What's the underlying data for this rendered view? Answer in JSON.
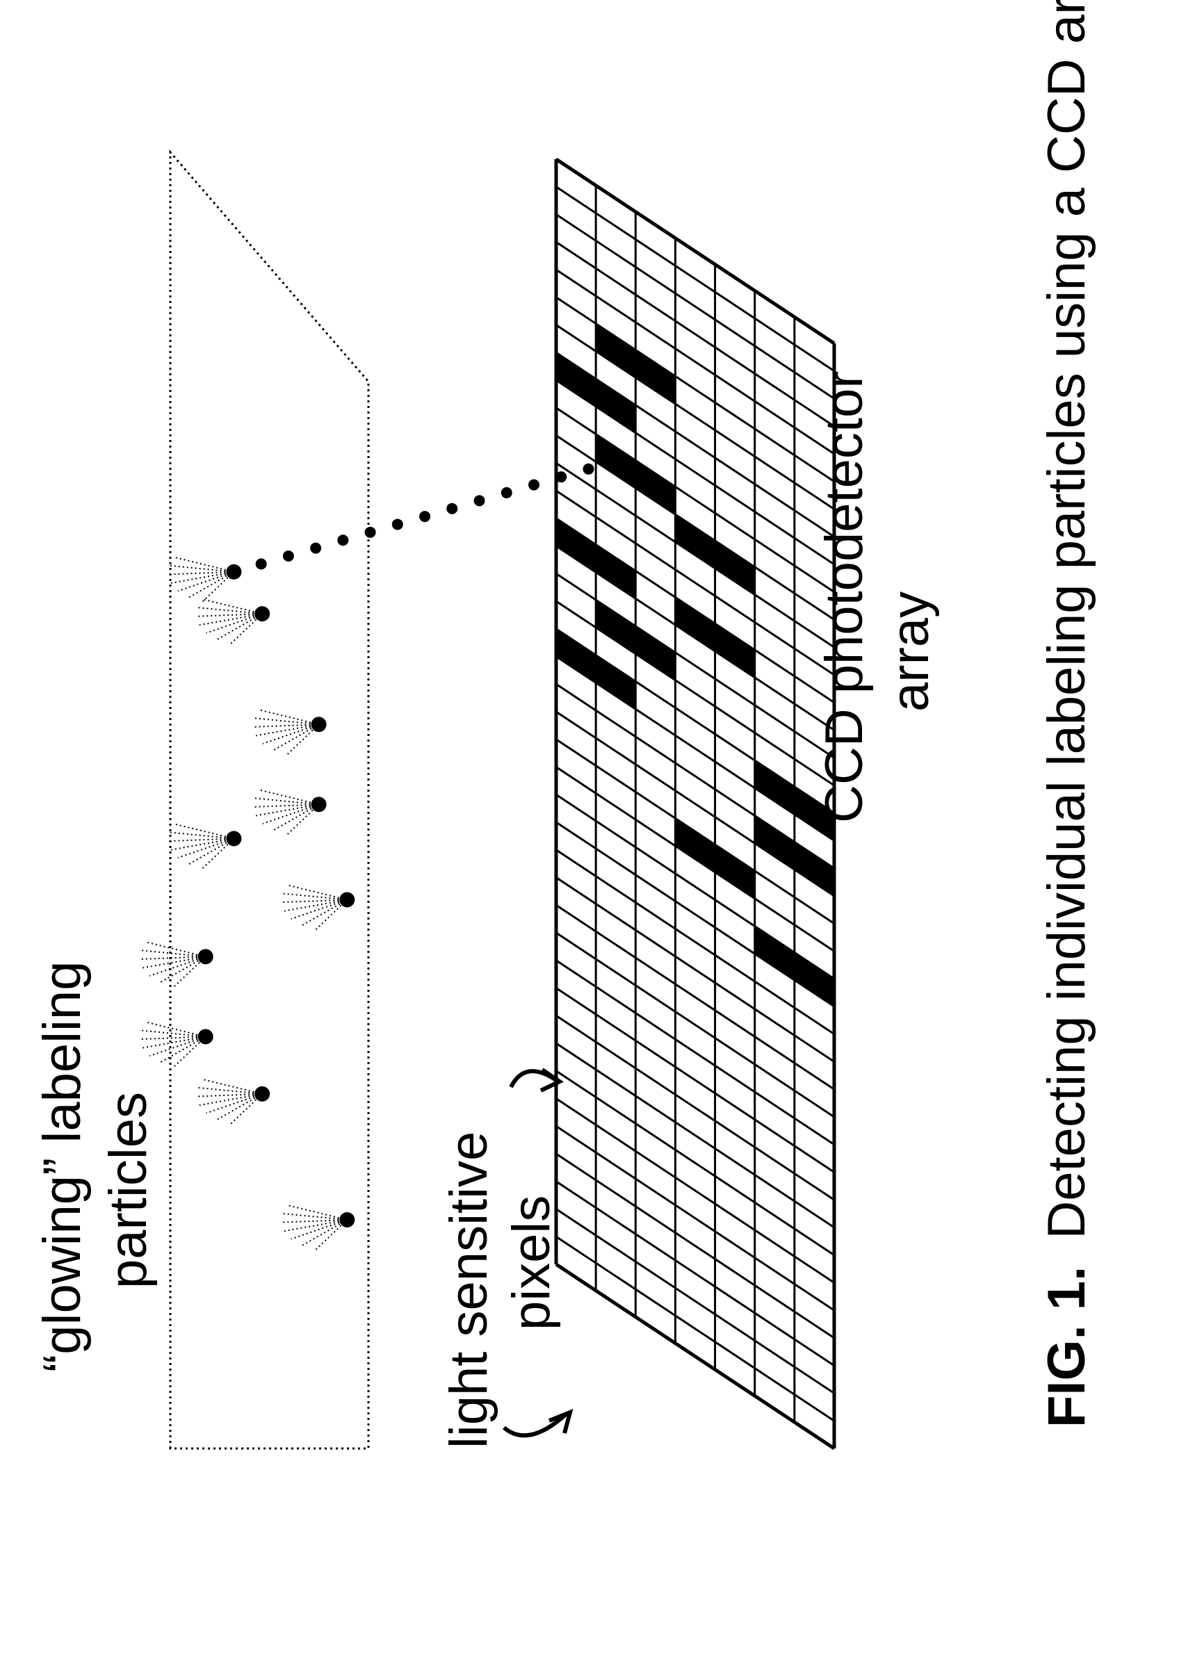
{
  "figure": {
    "labels": {
      "particles_line1": "“glowing” labeling",
      "particles_line2": "particles",
      "pixels_line1": "light sensitive",
      "pixels_line2": "pixels",
      "ccd_line1": "CCD photodetector",
      "ccd_line2": "array"
    },
    "caption": {
      "number": "FIG. 1.",
      "text": "Detecting individual labeling particles using a CCD array."
    },
    "grid": {
      "rows": 7,
      "cols": 40
    },
    "lit_pixels": [
      [
        0,
        16
      ],
      [
        1,
        16
      ],
      [
        2,
        18
      ],
      [
        3,
        18
      ],
      [
        0,
        20
      ],
      [
        1,
        20
      ],
      [
        0,
        22
      ],
      [
        1,
        22
      ],
      [
        2,
        26
      ],
      [
        3,
        26
      ],
      [
        4,
        30
      ],
      [
        5,
        30
      ],
      [
        5,
        26
      ],
      [
        6,
        26
      ],
      [
        2,
        29
      ],
      [
        3,
        29
      ],
      [
        4,
        34
      ],
      [
        5,
        34
      ],
      [
        5,
        22
      ],
      [
        6,
        22
      ],
      [
        4,
        24
      ],
      [
        5,
        24
      ],
      [
        5,
        32
      ],
      [
        6,
        32
      ]
    ],
    "particles": [
      {
        "row": 5,
        "col": 30,
        "detected": true
      },
      {
        "row": 4,
        "col": 29,
        "detected": false
      },
      {
        "row": 2,
        "col": 26,
        "detected": false
      },
      {
        "row": 2,
        "col": 23,
        "detected": false
      },
      {
        "row": 1,
        "col": 20,
        "detected": false
      },
      {
        "row": 5,
        "col": 20,
        "detected": false
      },
      {
        "row": 6,
        "col": 15,
        "detected": false
      },
      {
        "row": 6,
        "col": 12,
        "detected": false
      },
      {
        "row": 1,
        "col": 8,
        "detected": false
      },
      {
        "row": 4,
        "col": 11,
        "detected": false
      }
    ]
  }
}
